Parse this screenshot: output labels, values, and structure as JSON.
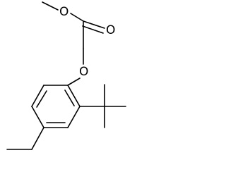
{
  "molecule": {
    "atoms": {
      "ester_oxygen_label": "O",
      "carbonyl_oxygen_label": "O",
      "ether_oxygen_label": "O"
    },
    "colors": {
      "bond": "#000000",
      "label": "#000000",
      "background": "#ffffff"
    }
  }
}
